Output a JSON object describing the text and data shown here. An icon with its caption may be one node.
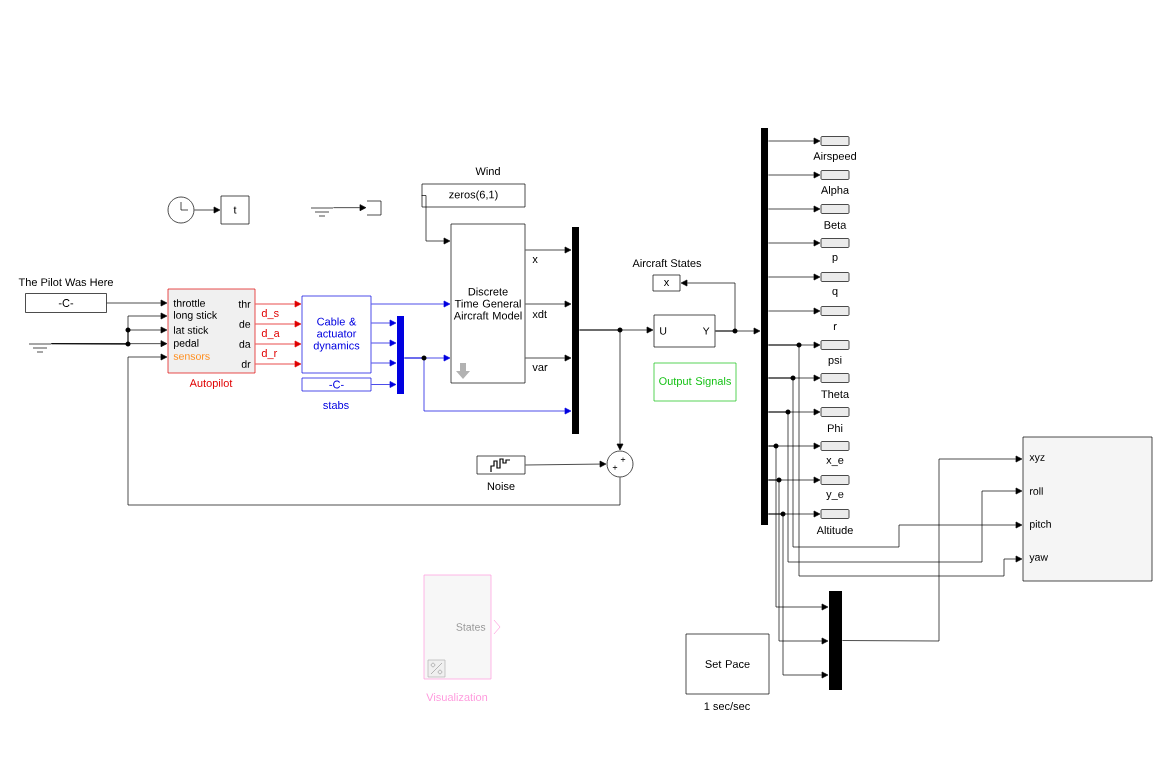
{
  "diagram": {
    "nodes": [
      {
        "text": [],
        "shape": "circle"
      },
      {
        "text": [
          "t"
        ]
      },
      {
        "text": [],
        "shape": "ground"
      },
      {
        "text": [],
        "shape": "terminator"
      },
      {
        "text": [
          "-C-"
        ],
        "beside": [
          "The Pilot Was Here"
        ]
      },
      {
        "text": [],
        "shape": "ground"
      },
      {
        "text": [
          "throttle",
          "long stick",
          "lat stick",
          "pedal",
          "sensors",
          "thr",
          "de",
          "da",
          "dr"
        ],
        "beside": [
          "Autopilot"
        ]
      },
      {
        "text": [
          "Cable & actuator dynamics"
        ]
      },
      {
        "text": [
          "-C-"
        ],
        "beside": [
          "stabs"
        ]
      },
      {
        "text": [],
        "shape": "bar"
      },
      {
        "text": [
          "zeros(6,1)"
        ],
        "beside": [
          "Wind"
        ]
      },
      {
        "text": [
          "Discrete Time General Aircraft Model"
        ]
      },
      {
        "text": [],
        "shape": "bar"
      },
      {
        "text": [
          "U",
          "Y"
        ]
      },
      {
        "text": [
          "x"
        ],
        "beside": [
          "Aircraft States"
        ]
      },
      {
        "text": [
          "Output Signals"
        ]
      },
      {
        "text": [],
        "shape": "box",
        "beside": [
          "Noise"
        ]
      },
      {
        "text": [
          "+",
          "+"
        ]
      },
      {
        "text": [],
        "shape": "bar"
      },
      {
        "text": [],
        "shape": "box",
        "beside": [
          "Airspeed"
        ]
      },
      {
        "text": [],
        "shape": "box",
        "beside": [
          "Alpha"
        ]
      },
      {
        "text": [],
        "shape": "box",
        "beside": [
          "Beta"
        ]
      },
      {
        "text": [],
        "shape": "box",
        "beside": [
          "p"
        ]
      },
      {
        "text": [],
        "shape": "box",
        "beside": [
          "q"
        ]
      },
      {
        "text": [],
        "shape": "box",
        "beside": [
          "r"
        ]
      },
      {
        "text": [],
        "shape": "box",
        "beside": [
          "psi"
        ]
      },
      {
        "text": [],
        "shape": "box",
        "beside": [
          "Theta"
        ]
      },
      {
        "text": [],
        "shape": "box",
        "beside": [
          "Phi"
        ]
      },
      {
        "text": [],
        "shape": "box",
        "beside": [
          "x_e"
        ]
      },
      {
        "text": [],
        "shape": "box",
        "beside": [
          "y_e"
        ]
      },
      {
        "text": [],
        "shape": "box",
        "beside": [
          "Altitude"
        ]
      },
      {
        "text": [
          "xyz",
          "roll",
          "pitch",
          "yaw"
        ]
      },
      {
        "text": [],
        "shape": "bar"
      },
      {
        "text": [
          "Set Pace"
        ],
        "beside": [
          "1 sec/sec"
        ]
      },
      {
        "text": [
          "States"
        ],
        "beside": [
          "Visualization"
        ]
      }
    ],
    "edges": [
      {
        "from": 0,
        "to": 1,
        "arrow": "to"
      },
      {
        "from": 2,
        "to": 3,
        "arrow": "to"
      },
      {
        "from": 4,
        "to": 6,
        "arrow": "to"
      },
      {
        "from": 5,
        "to": 6,
        "arrow": "to"
      },
      {
        "from": 5,
        "to": 6,
        "arrow": "to"
      },
      {
        "from": 5,
        "to": 6,
        "arrow": "to"
      },
      {
        "from": 17,
        "to": 6,
        "arrow": "to"
      },
      {
        "from": 6,
        "to": 7,
        "arrow": "to",
        "color": "#e00000"
      },
      {
        "from": 6,
        "to": 7,
        "arrow": "to",
        "color": "#e00000",
        "label": "d_s"
      },
      {
        "from": 6,
        "to": 7,
        "arrow": "to",
        "color": "#e00000",
        "label": "d_a"
      },
      {
        "from": 6,
        "to": 7,
        "arrow": "to",
        "color": "#e00000",
        "label": "d_r"
      },
      {
        "from": 7,
        "to": 9,
        "arrow": "to",
        "color": "#0000e0"
      },
      {
        "from": 7,
        "to": 9,
        "arrow": "to",
        "color": "#0000e0"
      },
      {
        "from": 7,
        "to": 9,
        "arrow": "to",
        "color": "#0000e0"
      },
      {
        "from": 8,
        "to": 9,
        "arrow": "to",
        "color": "#0000e0"
      },
      {
        "from": 7,
        "to": 11,
        "arrow": "to",
        "color": "#0000e0"
      },
      {
        "from": 9,
        "to": 11,
        "arrow": "to",
        "color": "#0000e0"
      },
      {
        "from": 9,
        "to": 12,
        "arrow": "to",
        "color": "#0000e0"
      },
      {
        "from": 10,
        "to": 11,
        "arrow": "to"
      },
      {
        "from": 11,
        "to": 12,
        "arrow": "to",
        "label": "x"
      },
      {
        "from": 11,
        "to": 12,
        "arrow": "to",
        "label": "xdt"
      },
      {
        "from": 11,
        "to": 12,
        "arrow": "to",
        "label": "var"
      },
      {
        "from": 12,
        "to": 13,
        "arrow": "to"
      },
      {
        "from": 12,
        "to": 17,
        "arrow": "to"
      },
      {
        "from": 16,
        "to": 17,
        "arrow": "to"
      },
      {
        "from": 13,
        "to": 18,
        "arrow": "to"
      },
      {
        "from": 13,
        "to": 14,
        "arrow": "to"
      },
      {
        "from": 18,
        "to": 19,
        "arrow": "to"
      },
      {
        "from": 18,
        "to": 20,
        "arrow": "to"
      },
      {
        "from": 18,
        "to": 21,
        "arrow": "to"
      },
      {
        "from": 18,
        "to": 22,
        "arrow": "to"
      },
      {
        "from": 18,
        "to": 23,
        "arrow": "to"
      },
      {
        "from": 18,
        "to": 24,
        "arrow": "to"
      },
      {
        "from": 18,
        "to": 25,
        "arrow": "to"
      },
      {
        "from": 18,
        "to": 26,
        "arrow": "to"
      },
      {
        "from": 18,
        "to": 27,
        "arrow": "to"
      },
      {
        "from": 18,
        "to": 28,
        "arrow": "to"
      },
      {
        "from": 18,
        "to": 29,
        "arrow": "to"
      },
      {
        "from": 18,
        "to": 30,
        "arrow": "to"
      },
      {
        "from": 18,
        "to": 31,
        "arrow": "to"
      },
      {
        "from": 18,
        "to": 31,
        "arrow": "to"
      },
      {
        "from": 18,
        "to": 31,
        "arrow": "to"
      },
      {
        "from": 18,
        "to": 32,
        "arrow": "to"
      },
      {
        "from": 18,
        "to": 32,
        "arrow": "to"
      },
      {
        "from": 18,
        "to": 32,
        "arrow": "to"
      },
      {
        "from": 32,
        "to": 31,
        "arrow": "to"
      }
    ]
  }
}
